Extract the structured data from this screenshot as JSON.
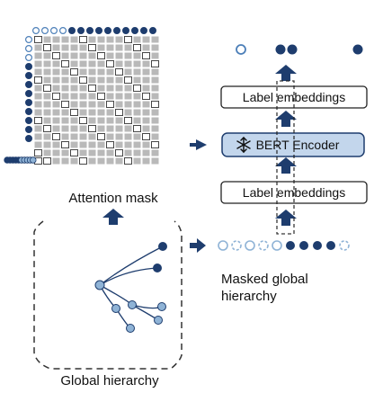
{
  "labels": {
    "attention_mask": "Attention mask",
    "label_embeddings_top": "Label embeddings",
    "bert_encoder": "BERT Encoder",
    "label_embeddings_bottom": "Label embeddings",
    "masked_global_line1": "Masked global",
    "masked_global_line2": "hierarchy",
    "global_hierarchy": "Global hierarchy"
  },
  "icons": {
    "bert": "snowflake-icon",
    "arrow": "arrow-up-icon",
    "flow": "arrow-right-icon"
  },
  "colors": {
    "dark_node": "#1e3d6e",
    "mid_node": "#4c7fb8",
    "light_node": "#8fb3d6",
    "gray_cell": "#b9b9b9",
    "arrow": "#1e3d6e",
    "encoder_fill": "#c3d6ec"
  },
  "top_label_nodes": [
    "hollow",
    "filled",
    "filled",
    "filled"
  ],
  "masked_nodes": [
    "hollow",
    "hollow",
    "hollow",
    "hollow",
    "hollow",
    "filled",
    "filled",
    "filled",
    "filled",
    "hollow"
  ]
}
